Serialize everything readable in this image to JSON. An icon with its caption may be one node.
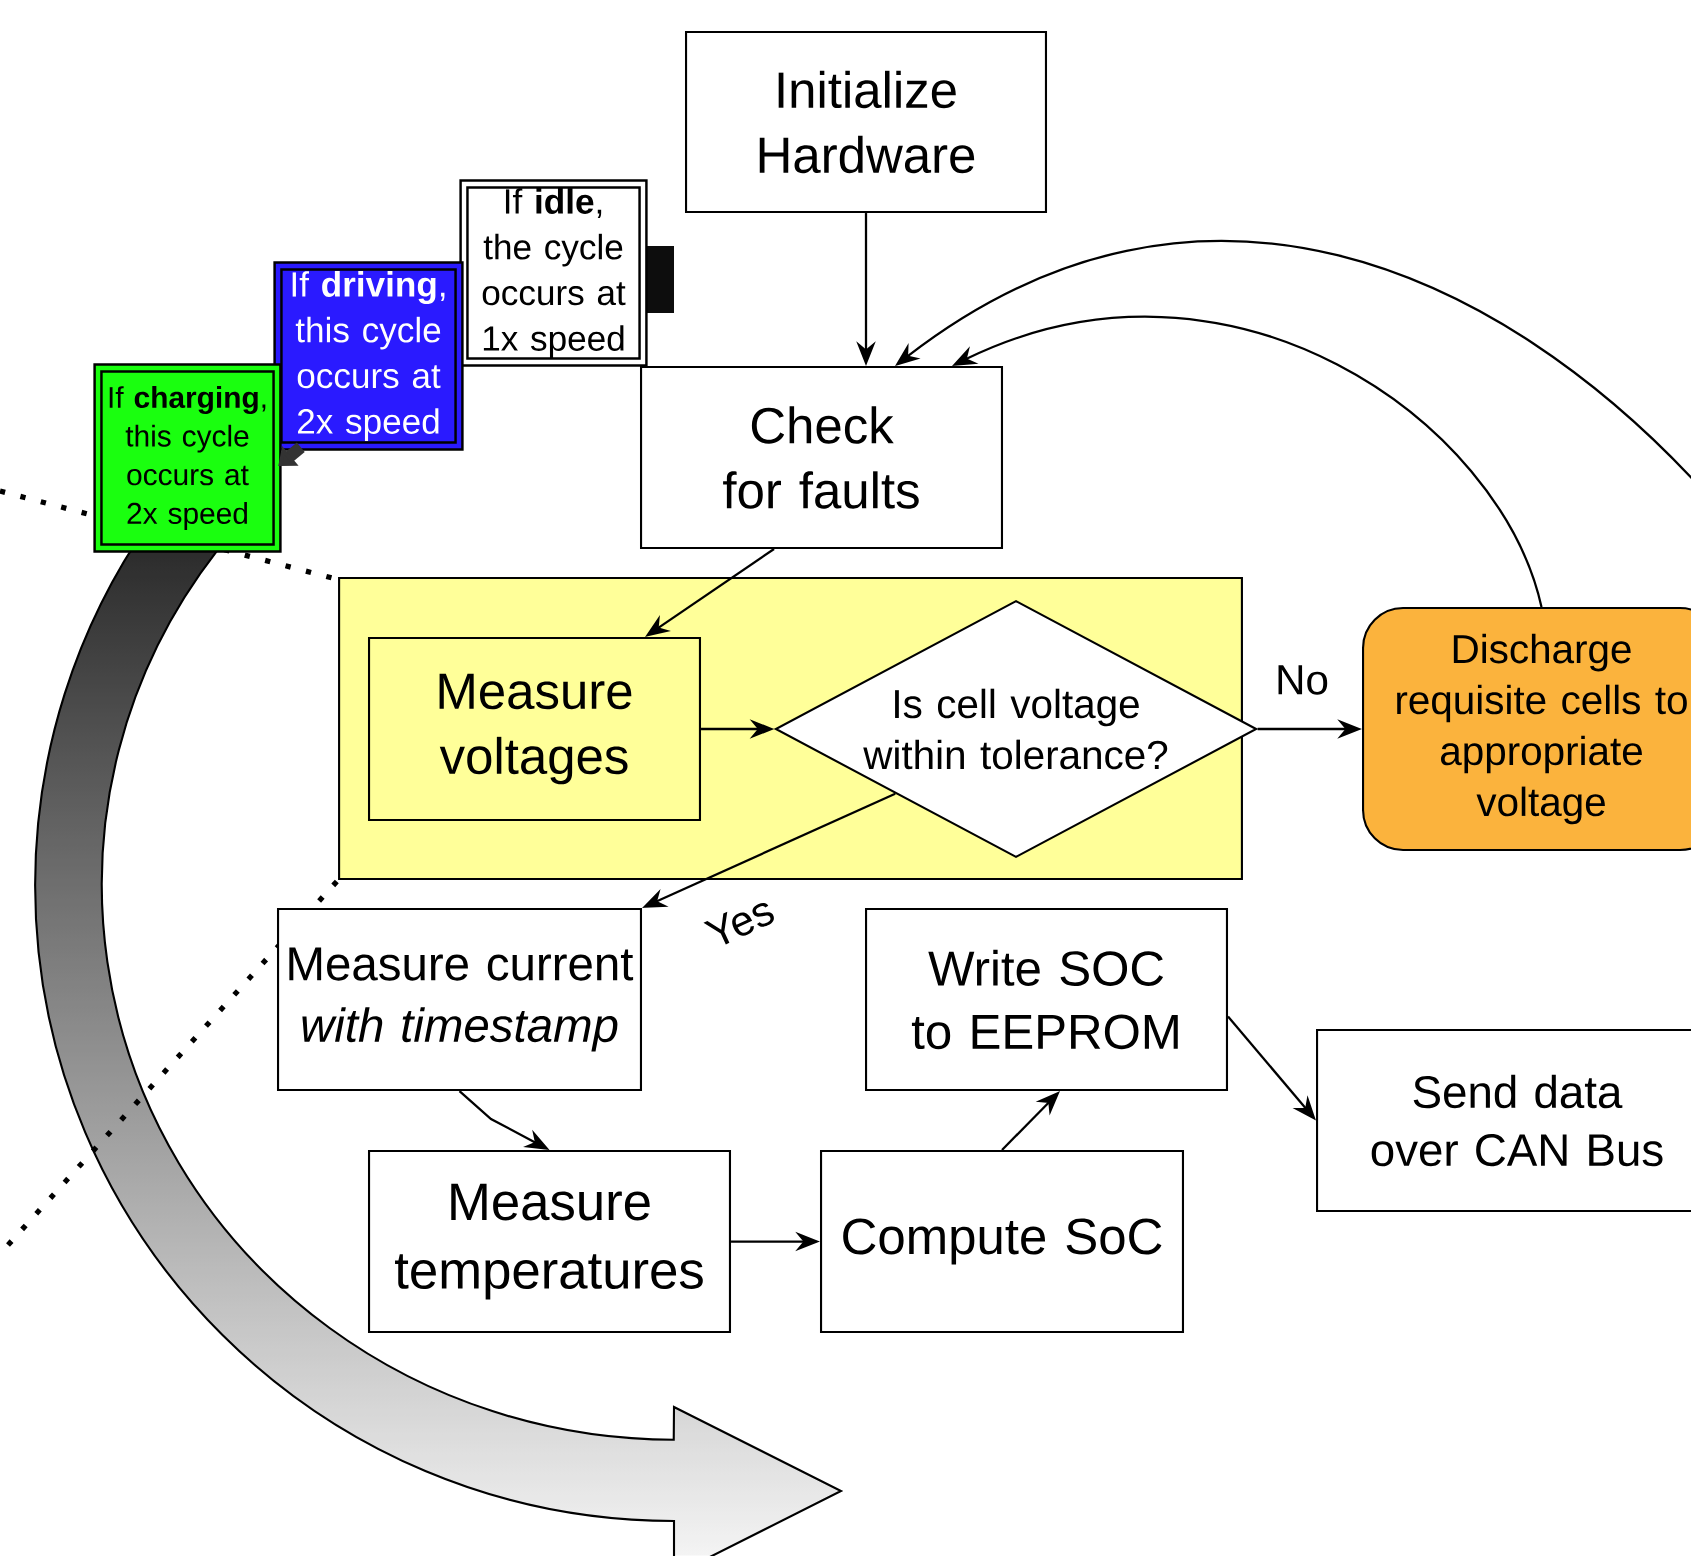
{
  "diagram": {
    "nodes": [
      {
        "text": [
          "Initialize Hardware"
        ]
      },
      {
        "text": [
          "If **idle**, the cycle occurs at 1x speed"
        ]
      },
      {
        "text": [
          "If **driving**, this cycle occurs at 2x speed"
        ]
      },
      {
        "text": [
          "If **charging**, this cycle occurs at 2x speed"
        ]
      },
      {
        "text": [
          "Check for faults"
        ]
      },
      {
        "text": [],
        "shape": "box"
      },
      {
        "text": [
          "Measure voltages"
        ],
        "in": 5
      },
      {
        "text": [
          "Is cell voltage within tolerance?"
        ],
        "in": 5
      },
      {
        "text": [
          "Discharge requisite cells to appropriate voltage"
        ]
      },
      {
        "text": [
          "Measure current *with timestamp*"
        ]
      },
      {
        "text": [
          "Measure temperatures"
        ]
      },
      {
        "text": [
          "Compute SoC"
        ]
      },
      {
        "text": [
          "Write SOC to EEPROM"
        ]
      },
      {
        "text": [
          "Send data over CAN Bus"
        ]
      }
    ],
    "edges": [
      {
        "from": 0,
        "to": 4,
        "arrow": "to"
      },
      {
        "from": 8,
        "to": 4,
        "arrow": "to"
      },
      {
        "from": null,
        "to": 4,
        "arrow": "to"
      },
      {
        "from": 4,
        "to": 6,
        "arrow": "to"
      },
      {
        "from": 6,
        "to": 7,
        "arrow": "to"
      },
      {
        "from": 7,
        "to": 8,
        "arrow": "to",
        "label": "No"
      },
      {
        "from": 7,
        "to": 9,
        "arrow": "to",
        "label": "Yes"
      },
      {
        "from": 9,
        "to": 10,
        "arrow": "to"
      },
      {
        "from": 10,
        "to": 11,
        "arrow": "to"
      },
      {
        "from": 11,
        "to": 12,
        "arrow": "to"
      },
      {
        "from": 12,
        "to": 13,
        "arrow": "to"
      },
      {
        "from": 2,
        "to": 3,
        "arrow": "to",
        "style": "thick"
      }
    ]
  }
}
